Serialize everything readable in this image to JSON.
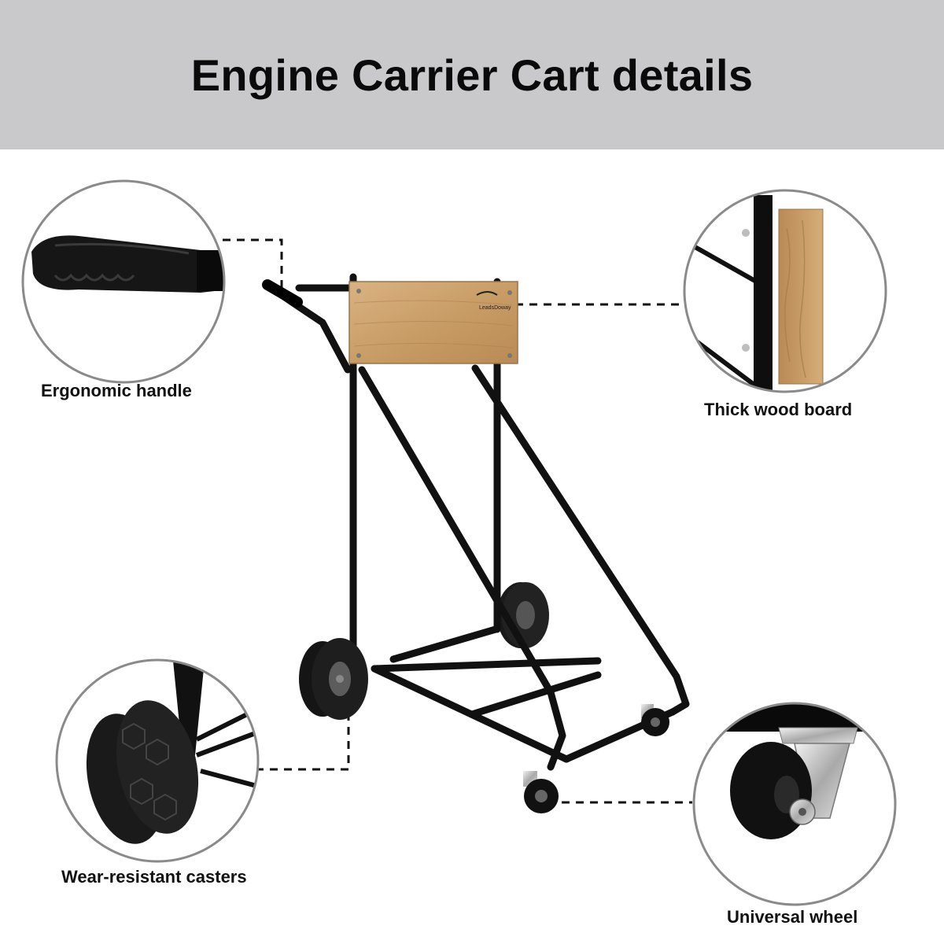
{
  "title": "Engine Carrier Cart details",
  "brand_mark": "LeadsDoway",
  "callouts": {
    "handle": {
      "label": "Ergonomic handle",
      "icon": "handle-grip-icon"
    },
    "board": {
      "label": "Thick wood board",
      "icon": "wood-board-icon"
    },
    "casters": {
      "label": "Wear-resistant casters",
      "icon": "tire-icon"
    },
    "wheel": {
      "label": "Universal wheel",
      "icon": "caster-wheel-icon"
    }
  },
  "colors": {
    "header_bg": "#c9c9cb",
    "frame": "#111111",
    "wood": "#c9a06a",
    "circle_border": "#8a8a8a"
  }
}
